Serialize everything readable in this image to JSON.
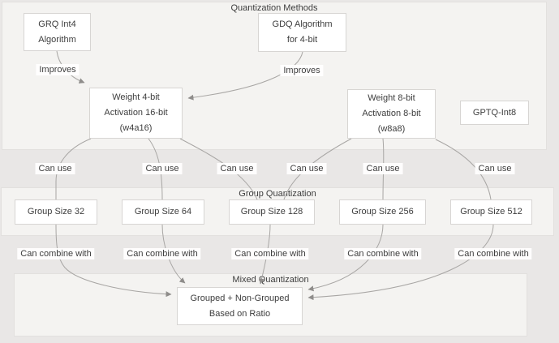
{
  "diagram": {
    "containers": {
      "quantization_methods": "Quantization Methods",
      "group_quantization": "Group Quantization",
      "mixed_quantization": "Mixed Quantization"
    },
    "nodes": {
      "grq": {
        "line1": "GRQ Int4",
        "line2": "Algorithm"
      },
      "gdq": {
        "line1": "GDQ Algorithm",
        "line2": "for 4-bit"
      },
      "w4a16": {
        "line1": "Weight 4-bit",
        "line2": "Activation 16-bit",
        "line3": "(w4a16)"
      },
      "w8a8": {
        "line1": "Weight 8-bit",
        "line2": "Activation 8-bit",
        "line3": "(w8a8)"
      },
      "gptq": {
        "line1": "GPTQ-Int8"
      },
      "gs32": {
        "line1": "Group Size 32"
      },
      "gs64": {
        "line1": "Group Size 64"
      },
      "gs128": {
        "line1": "Group Size 128"
      },
      "gs256": {
        "line1": "Group Size 256"
      },
      "gs512": {
        "line1": "Group Size 512"
      },
      "mixed": {
        "line1": "Grouped + Non-Grouped",
        "line2": "Based on Ratio"
      }
    },
    "edge_labels": {
      "improves": "Improves",
      "can_use": "Can use",
      "can_combine_with": "Can combine with"
    },
    "colors": {
      "page_background": "#e9e7e6",
      "container_background": "#f4f3f1",
      "container_border": "#e2e0de",
      "node_background": "#ffffff",
      "node_border": "#d7d5d3",
      "edge_line": "#a8a6a4",
      "arrowhead": "#8f8d8b",
      "text": "#3d3d3d"
    }
  }
}
